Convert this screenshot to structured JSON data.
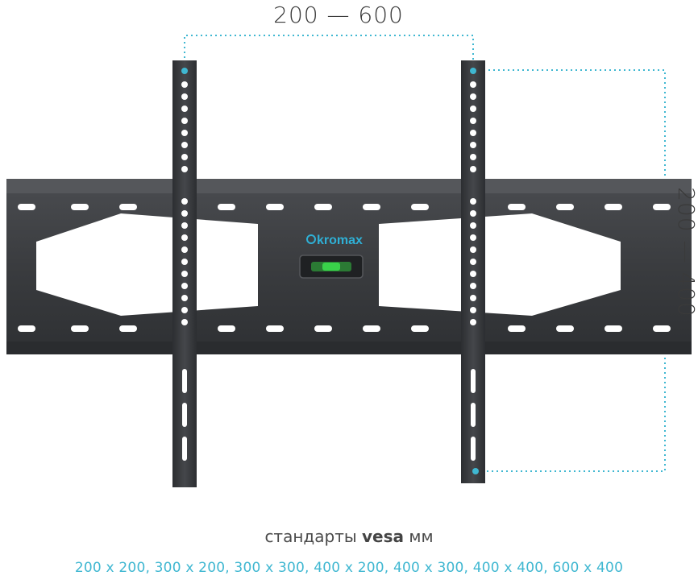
{
  "dimensions": {
    "horizontal": "200 — 600",
    "vertical": "200 — 400"
  },
  "brand": {
    "name": "kromax",
    "color": "#2fb0d6"
  },
  "caption": {
    "prefix": "стандарты",
    "standard": "vesa",
    "unit": "мм"
  },
  "supported_sizes": "200 x 200, 300 x 200, 300 x 300, 400 x 200, 400 x 300, 400 x 400, 600 x 400",
  "colors": {
    "guide_line": "#3fb7d1",
    "metal": "#3b3d40",
    "level_bubble": "#39d24a"
  }
}
